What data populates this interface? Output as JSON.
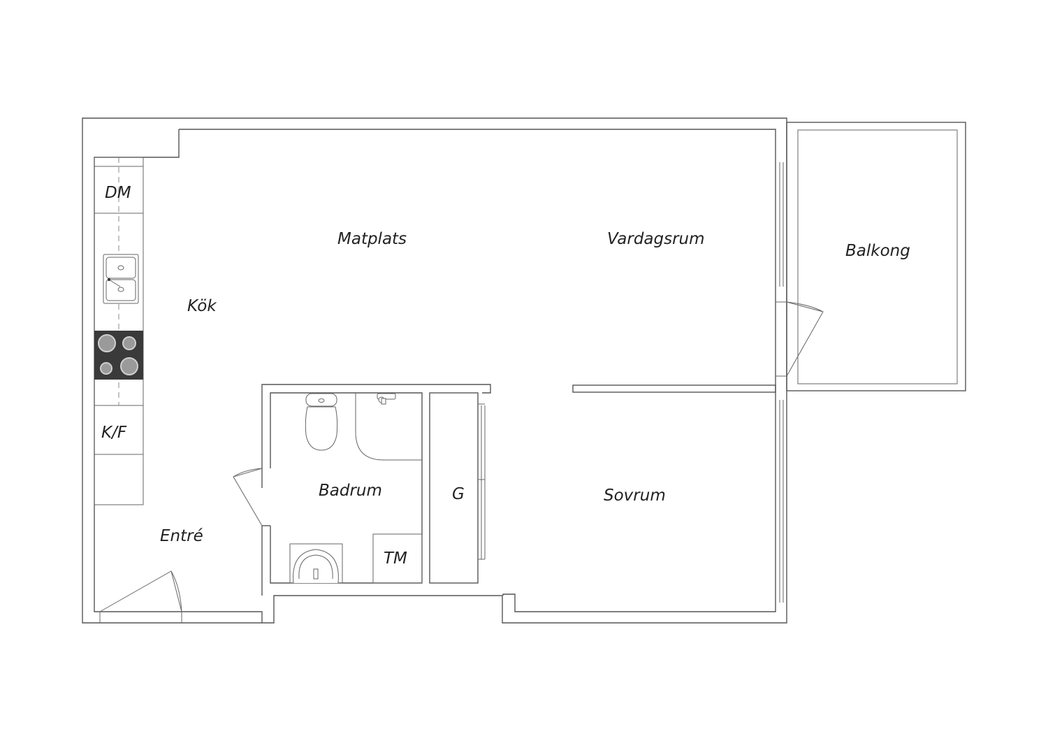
{
  "rooms": {
    "dm": "DM",
    "matplats": "Matplats",
    "vardagsrum": "Vardagsrum",
    "balkong": "Balkong",
    "kok": "Kök",
    "kf": "K/F",
    "badrum": "Badrum",
    "g": "G",
    "sovrum": "Sovrum",
    "entre": "Entré",
    "tm": "TM"
  },
  "colors": {
    "wall": "#555555",
    "stove": "#3a3a3a",
    "burner": "#9a9a9a"
  },
  "icons": [
    "sink-icon",
    "stove-icon",
    "toilet-icon",
    "washbasin-icon",
    "shower-icon"
  ]
}
